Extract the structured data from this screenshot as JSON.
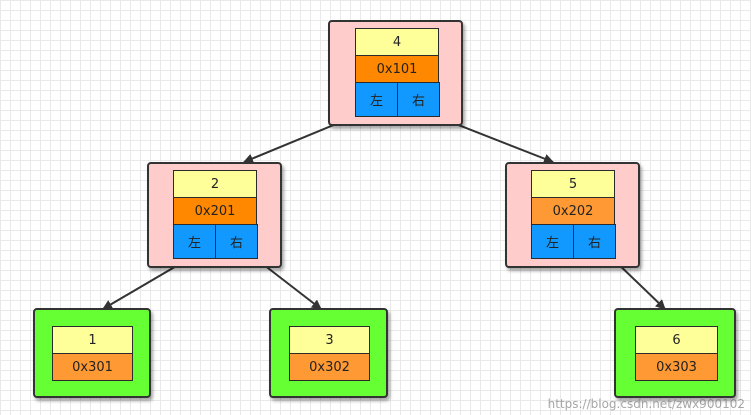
{
  "colors": {
    "internal_node_bg": "#ffcccc",
    "leaf_node_bg": "#66ff33",
    "key_cell": "#ffff99",
    "addr_cell_internal": "#ff8800",
    "addr_cell_leaf": "#ff9933",
    "child_cell": "#1199ff",
    "edge": "#333333",
    "grid": "#e9e9e9"
  },
  "nodes": {
    "n4": {
      "key": "4",
      "addr": "0x101",
      "left": "左",
      "right": "右"
    },
    "n2": {
      "key": "2",
      "addr": "0x201",
      "left": "左",
      "right": "右"
    },
    "n5": {
      "key": "5",
      "addr": "0x202",
      "left": "左",
      "right": "右"
    },
    "n1": {
      "key": "1",
      "addr": "0x301"
    },
    "n3": {
      "key": "3",
      "addr": "0x302"
    },
    "n6": {
      "key": "6",
      "addr": "0x303"
    }
  },
  "edges": [
    {
      "from": "4",
      "to": "2"
    },
    {
      "from": "4",
      "to": "5"
    },
    {
      "from": "2",
      "to": "1"
    },
    {
      "from": "2",
      "to": "3"
    },
    {
      "from": "5",
      "to": "6"
    }
  ],
  "watermark": "https://blog.csdn.net/zwx900102"
}
